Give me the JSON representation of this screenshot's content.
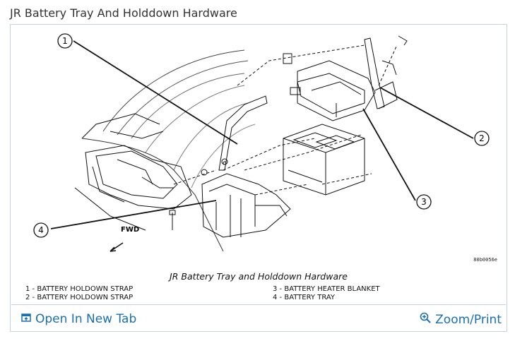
{
  "page": {
    "title": "JR Battery Tray And Holddown Hardware"
  },
  "diagram": {
    "caption": "JR Battery Tray and Holddown Hardware",
    "code": "80b0056e",
    "direction_label": "FWD",
    "callouts": [
      "1",
      "2",
      "3",
      "4"
    ],
    "legend": [
      "1 - BATTERY HOLDOWN STRAP",
      "2 - BATTERY HOLDOWN STRAP",
      "3 - BATTERY HEATER BLANKET",
      "4 - BATTERY TRAY"
    ]
  },
  "footer": {
    "open_tab_label": "Open In New Tab",
    "zoom_label": "Zoom/Print",
    "link_color": "#1a6fb0",
    "open_tab_icon": "open-in-new-tab-icon",
    "zoom_icon": "magnifier-plus-icon"
  }
}
